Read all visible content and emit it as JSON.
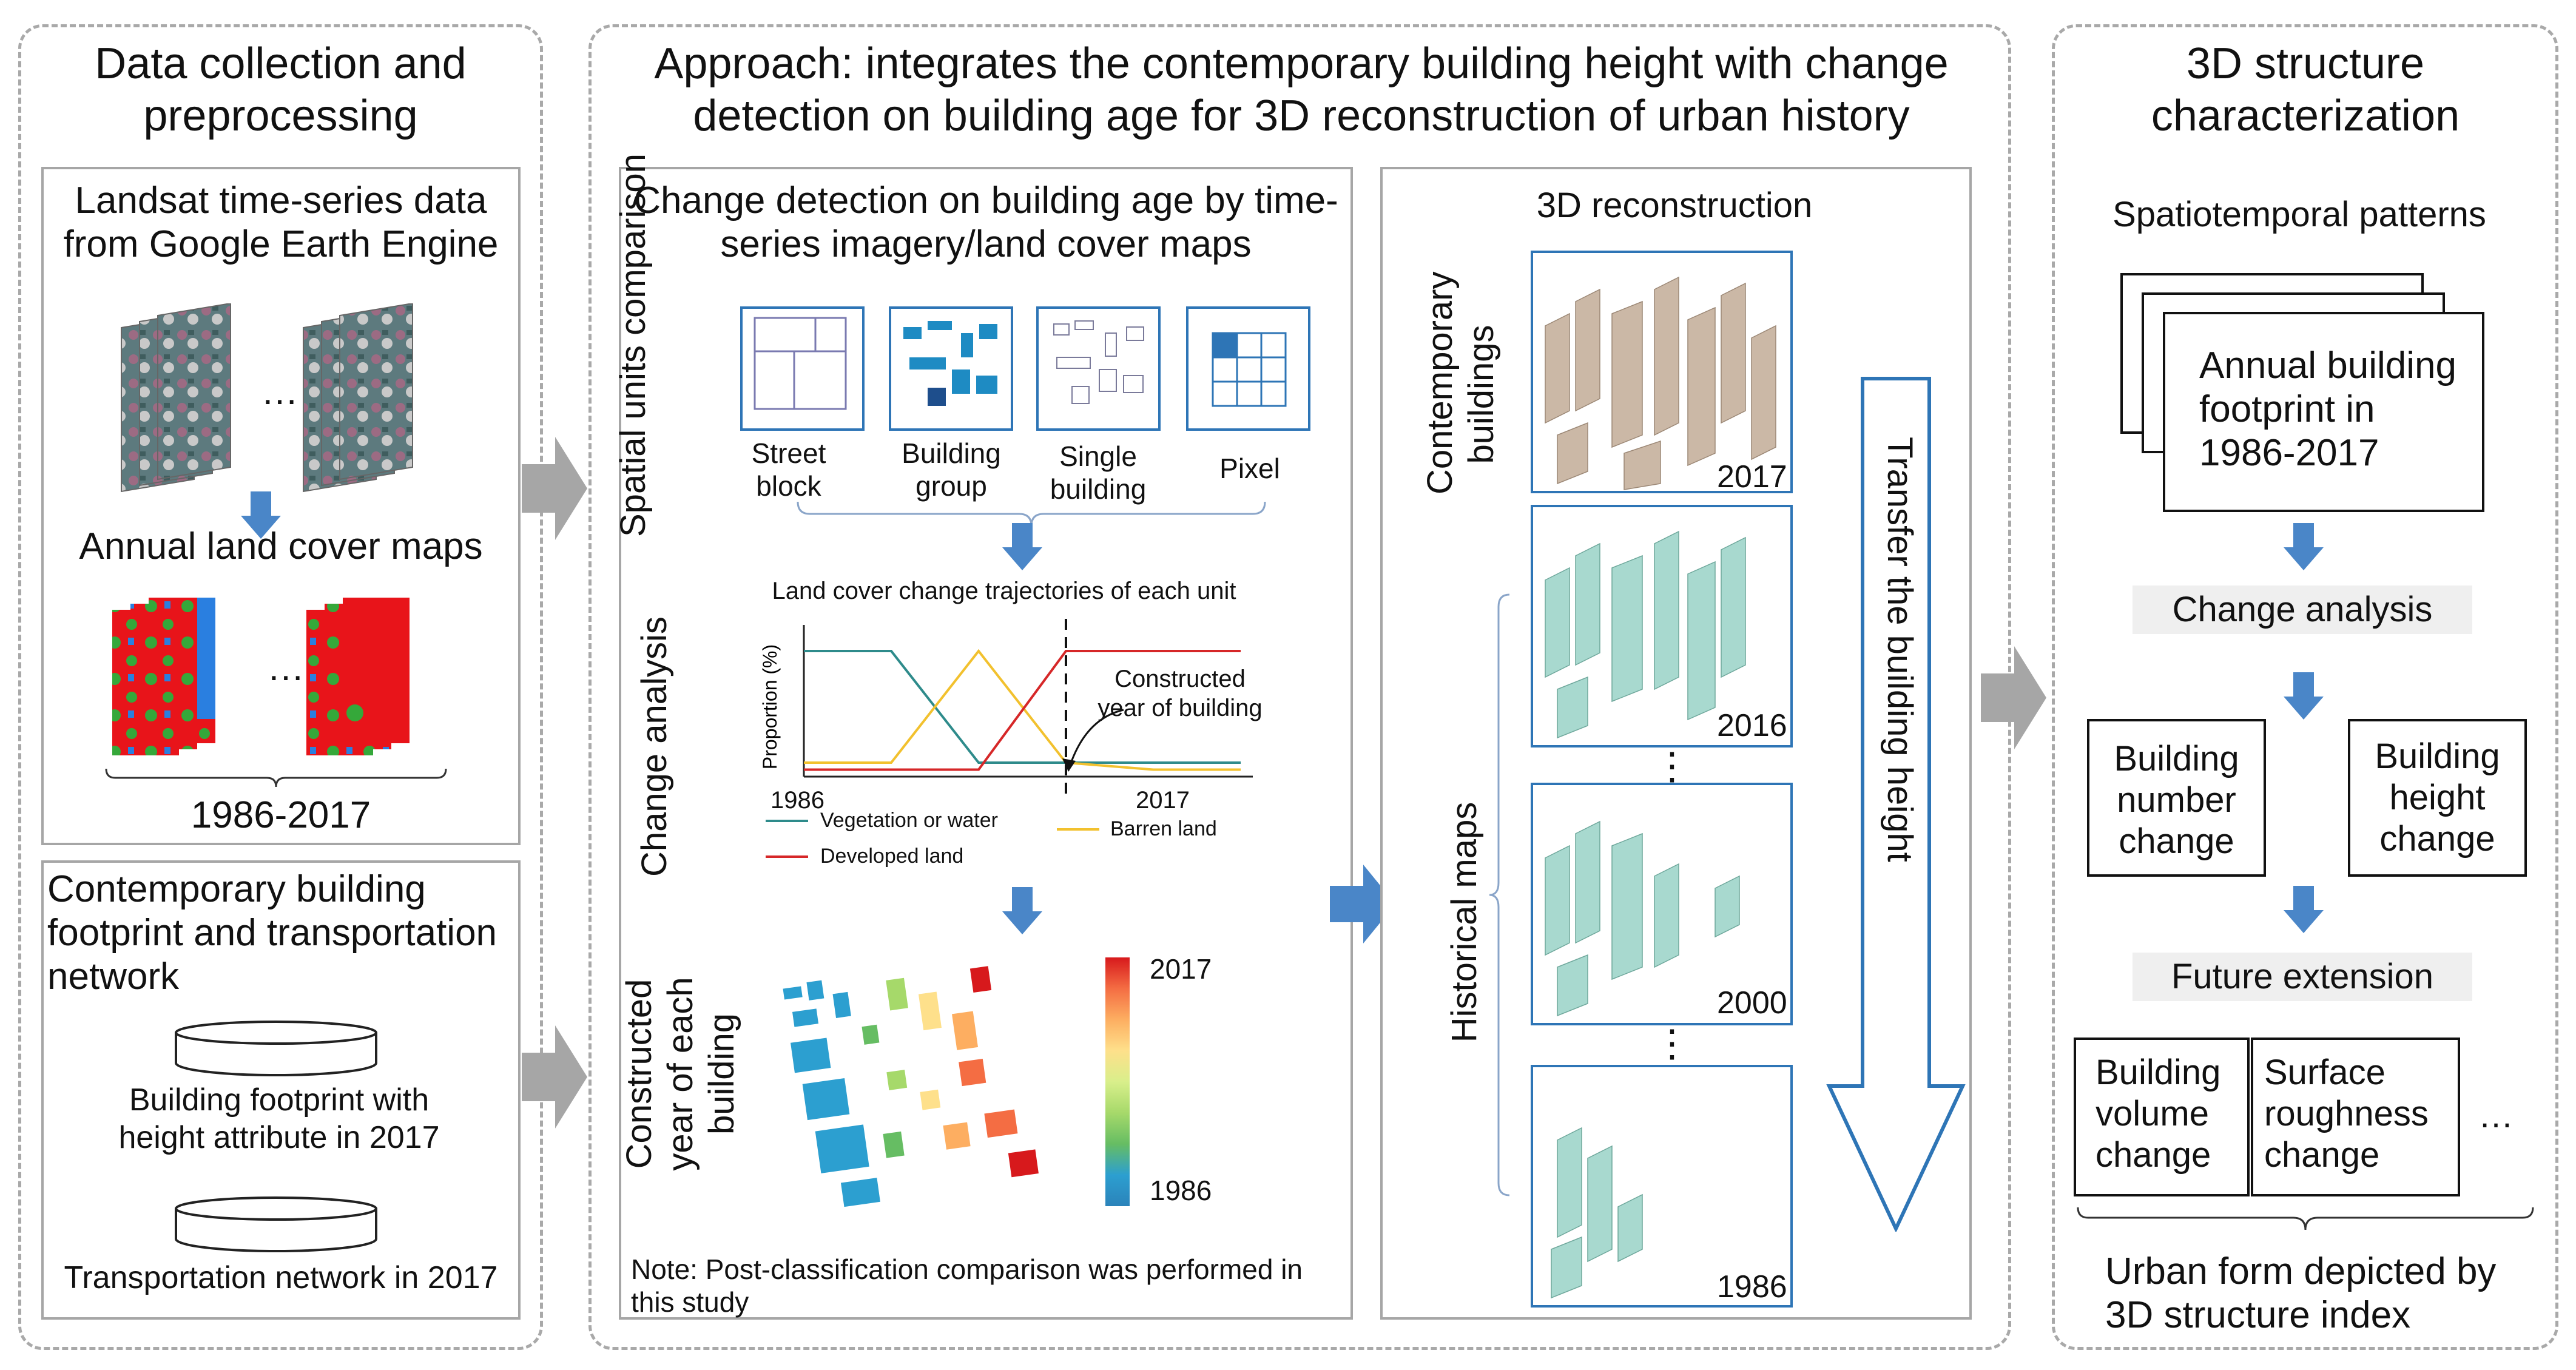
{
  "panel1": {
    "title": "Data collection and preprocessing",
    "landsat_box": {
      "title": "Landsat time-series data from Google Earth Engine",
      "ellipsis": "…",
      "land_cover_title": "Annual land cover maps",
      "land_cover_ellipsis": "…",
      "years": "1986-2017"
    },
    "building_box": {
      "title": "Contemporary building footprint and transportation network",
      "db1_label": "Building footprint with height attribute in 2017",
      "db2_label": "Transportation network in 2017"
    }
  },
  "panel2": {
    "title": "Approach: integrates the contemporary building height with change detection on building age for 3D reconstruction of urban history",
    "change_box": {
      "title": "Change detection on building age by time-series imagery/land cover maps",
      "row1_label": "Spatial units comparison",
      "units": [
        "Street block",
        "Building group",
        "Single building",
        "Pixel"
      ],
      "row2_label": "Change analysis",
      "row3_label": "Constructed year of each building",
      "note": "Note: Post-classification comparison was performed in this study"
    },
    "recon_box": {
      "title": "3D reconstruction",
      "label_contemporary": "Contemporary buildings",
      "label_historical": "Historical maps",
      "years": [
        "2017",
        "2016",
        "2000",
        "1986"
      ],
      "ellipsis": "⋮",
      "transfer_label": "Transfer the building height"
    }
  },
  "panel3": {
    "title": "3D structure characterization",
    "subtitle": "Spatiotemporal patterns",
    "footprint_box": "Annual building footprint  in 1986-2017",
    "change_analysis": "Change analysis",
    "number_change": "Building number change",
    "height_change": "Building height change",
    "future_extension": "Future extension",
    "volume_change": "Building volume change",
    "roughness_change": "Surface roughness change",
    "more": "…",
    "index_label": "Urban form depicted by 3D structure index"
  },
  "chart_data": {
    "type": "line",
    "title": "Land cover change trajectories of each unit",
    "ylabel": "Proportion (%)",
    "xlabel": "",
    "x_tick_labels": [
      "1986",
      "2017"
    ],
    "x": [
      0,
      2,
      4,
      6,
      8,
      10
    ],
    "series": [
      {
        "name": "Vegetation  or water",
        "color": "#2e8b8b",
        "values": [
          90,
          90,
          10,
          10,
          10,
          10
        ]
      },
      {
        "name": "Barren land",
        "color": "#f2c12e",
        "values": [
          10,
          10,
          90,
          10,
          5,
          5
        ]
      },
      {
        "name": "Developed  land",
        "color": "#d62728",
        "values": [
          5,
          5,
          5,
          90,
          90,
          90
        ]
      }
    ],
    "annotation": "Constructed year of building",
    "constructed_x": 6,
    "ylim": [
      0,
      100
    ],
    "legend": "bottom"
  },
  "colorbar": {
    "max_label": "2017",
    "min_label": "1986",
    "colors": [
      "#d7191c",
      "#f46d43",
      "#fdae61",
      "#fee08b",
      "#d9ef8b",
      "#a6d96a",
      "#66bd63",
      "#2c9fd0",
      "#2b83ba"
    ]
  },
  "colors": {
    "arrow_gray": "#a6a6a6",
    "arrow_blue": "#4a86c8",
    "frame_blue": "#2e75b6",
    "landcover_red": "#e8141a",
    "landcover_green": "#35a83a",
    "landcover_blue": "#2a7fe0",
    "building_tan": "#cbb8a6",
    "building_teal": "#a8d9cf"
  }
}
